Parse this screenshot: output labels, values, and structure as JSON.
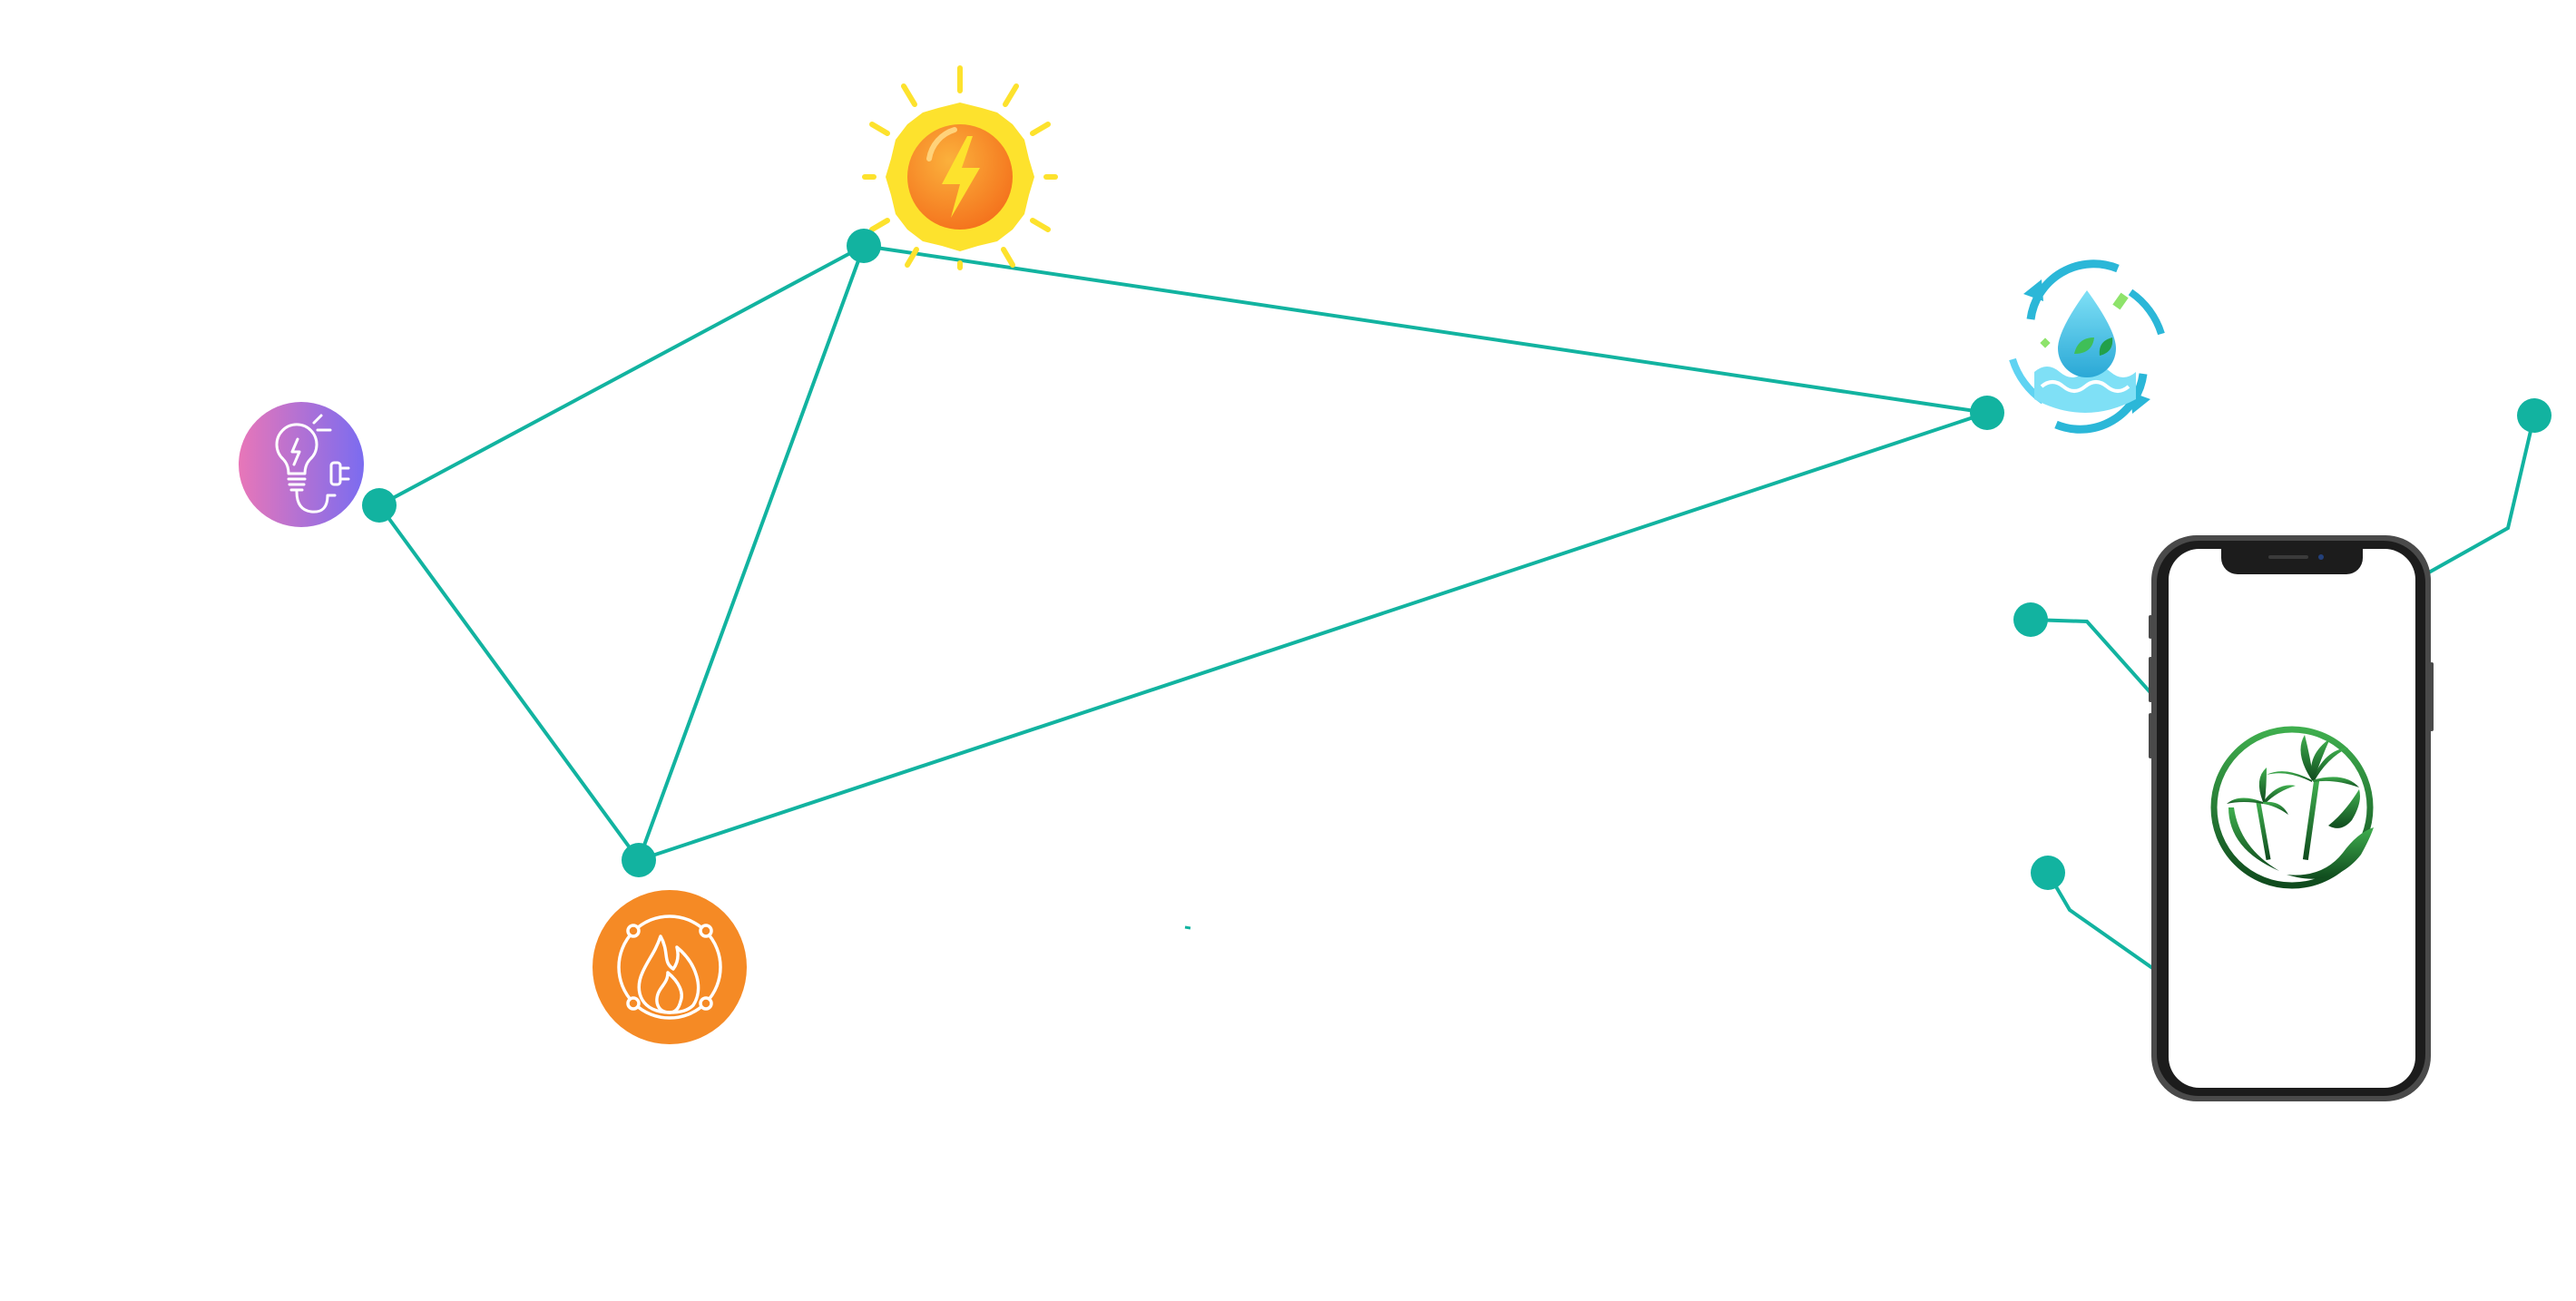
{
  "diagram": {
    "line_color": "#12b3a0",
    "node_color": "#12b3a0",
    "nodes": [
      {
        "id": "bulb-node"
      },
      {
        "id": "sun-node"
      },
      {
        "id": "water-node"
      },
      {
        "id": "fire-node"
      },
      {
        "id": "phone-top-right-node"
      },
      {
        "id": "phone-left-upper-node"
      },
      {
        "id": "phone-left-lower-node"
      }
    ],
    "edges": [
      {
        "from": "bulb-node",
        "to": "sun-node"
      },
      {
        "from": "bulb-node",
        "to": "fire-node"
      },
      {
        "from": "sun-node",
        "to": "fire-node"
      },
      {
        "from": "sun-node",
        "to": "water-node"
      },
      {
        "from": "fire-node",
        "to": "water-node"
      }
    ],
    "icons": [
      {
        "name": "smart-plug-bulb-icon",
        "gradient": [
          "#e876b8",
          "#7b6cf0"
        ]
      },
      {
        "name": "solar-energy-sun-icon",
        "colors": [
          "#fde22d",
          "#f7821e"
        ]
      },
      {
        "name": "water-recycle-icon",
        "colors": [
          "#2bb7d8",
          "#5fd3f2"
        ]
      },
      {
        "name": "gas-flame-icon",
        "color": "#f58a25"
      }
    ],
    "phone": {
      "frame_color": "#2e2e2e",
      "logo_icon": "palm-trees-hand-logo-icon",
      "logo_colors": [
        "#37a24a",
        "#0e4d1d"
      ]
    }
  }
}
